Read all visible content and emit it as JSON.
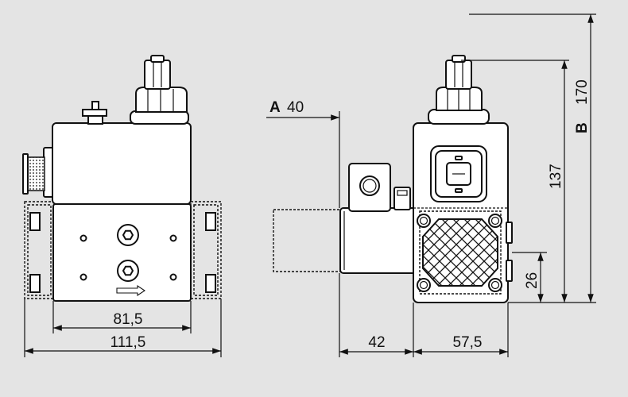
{
  "dimensions": {
    "width_body": "81,5",
    "width_total": "111,5",
    "depth_coil": "42",
    "depth_body": "57,5",
    "offset_a_letter": "A",
    "offset_a_value": "40",
    "height_b_letter": "B",
    "height_b_value": "170",
    "height_body": "137",
    "height_port": "26"
  },
  "colors": {
    "background": "#e4e4e4",
    "line": "#111111",
    "fill": "#ffffff"
  }
}
